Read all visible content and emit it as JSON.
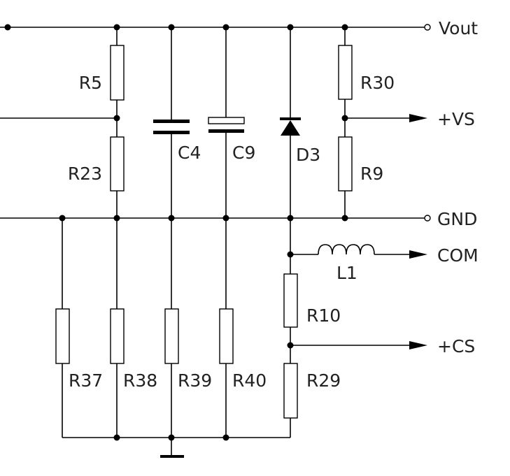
{
  "components": {
    "R5": "R5",
    "R23": "R23",
    "R30": "R30",
    "R9": "R9",
    "R10": "R10",
    "R29": "R29",
    "R37": "R37",
    "R38": "R38",
    "R39": "R39",
    "R40": "R40",
    "C4": "C4",
    "C9": "C9",
    "D3": "D3",
    "L1": "L1"
  },
  "terminals": {
    "vout": "Vout",
    "gnd": "GND",
    "vs": "+VS",
    "com": "COM",
    "cs": "+CS"
  }
}
